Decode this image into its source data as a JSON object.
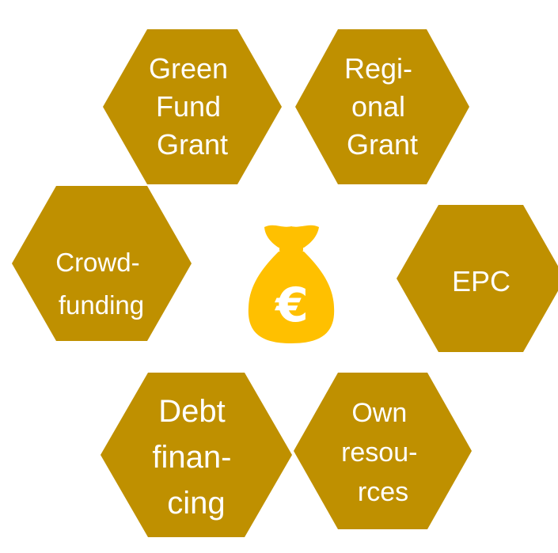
{
  "diagram": {
    "colors": {
      "hexagon_fill": "#BF9000",
      "hexagon_text": "#FFFFFF",
      "bag_fill": "#FFC000"
    },
    "center_icon": {
      "icon": "money-bag-euro-icon",
      "symbol": "€"
    },
    "options": [
      {
        "id": "green-fund-grant",
        "lines": [
          "Green",
          "Fund",
          "Grant"
        ]
      },
      {
        "id": "regional-grant",
        "lines": [
          "Regi-",
          "onal",
          "Grant"
        ]
      },
      {
        "id": "epc",
        "lines": [
          "EPC"
        ]
      },
      {
        "id": "own-resources",
        "lines": [
          "Own",
          "resou-",
          "rces"
        ]
      },
      {
        "id": "debt-financing",
        "lines": [
          "Debt",
          "finan-",
          "cing"
        ]
      },
      {
        "id": "crowdfunding",
        "lines": [
          "Crowd-",
          "funding"
        ]
      }
    ]
  }
}
